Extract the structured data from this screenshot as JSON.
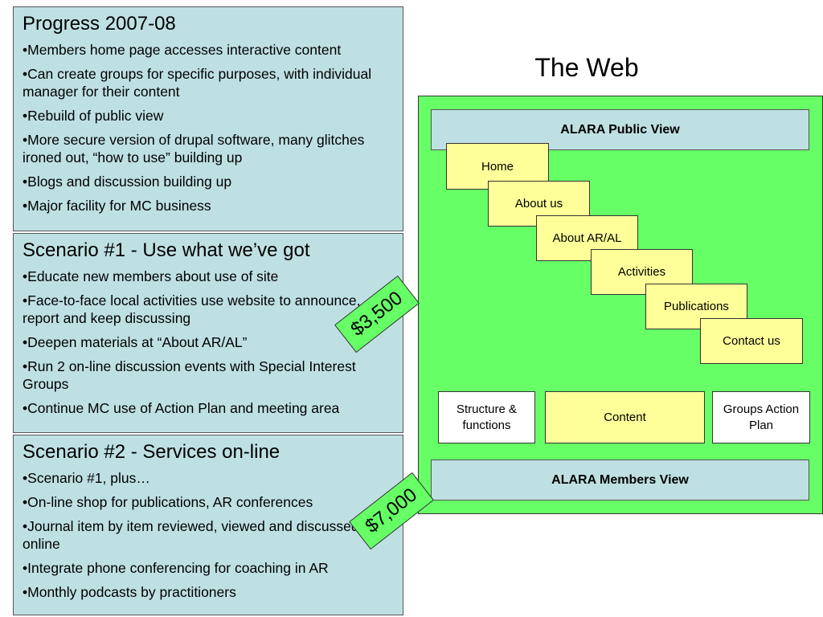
{
  "progress": {
    "title": "Progress 2007-08",
    "items": [
      "Members home page accesses interactive content",
      "Can create groups for specific purposes, with individual manager for their content",
      "Rebuild of public view",
      "More secure version of drupal software, many glitches ironed out, “how to use” building up",
      "Blogs and discussion building up",
      "Major facility for MC business"
    ]
  },
  "scenario1": {
    "title": "Scenario #1 - Use what we’ve got",
    "items": [
      "Educate new members about use of site",
      "Face-to-face local activities use website to announce, report and keep discussing",
      "Deepen materials at “About AR/AL”",
      "Run 2 on-line discussion events with Special Interest Groups",
      "Continue MC use of Action Plan and meeting area"
    ],
    "price": "$3,500"
  },
  "scenario2": {
    "title": "Scenario #2 - Services on-line",
    "items": [
      "Scenario #1, plus…",
      "On-line shop for publications, AR conferences",
      "Journal item by item reviewed, viewed and discussed online",
      "Integrate phone conferencing for coaching in AR",
      "Monthly podcasts by practitioners"
    ],
    "price": "$7,000"
  },
  "web": {
    "title": "The Web",
    "public_view": "ALARA Public View",
    "members_view": "ALARA Members View",
    "pages": {
      "home": "Home",
      "about": "About us",
      "about_ar": "About AR/AL",
      "activities": "Activities",
      "publications": "Publications",
      "contact": "Contact us"
    },
    "structure": "Structure & functions",
    "content": "Content",
    "groups": "Groups Action Plan"
  },
  "colors": {
    "panel_bg": "#bfe0e3",
    "web_bg": "#66ff66",
    "page_bg": "#ffff99"
  }
}
